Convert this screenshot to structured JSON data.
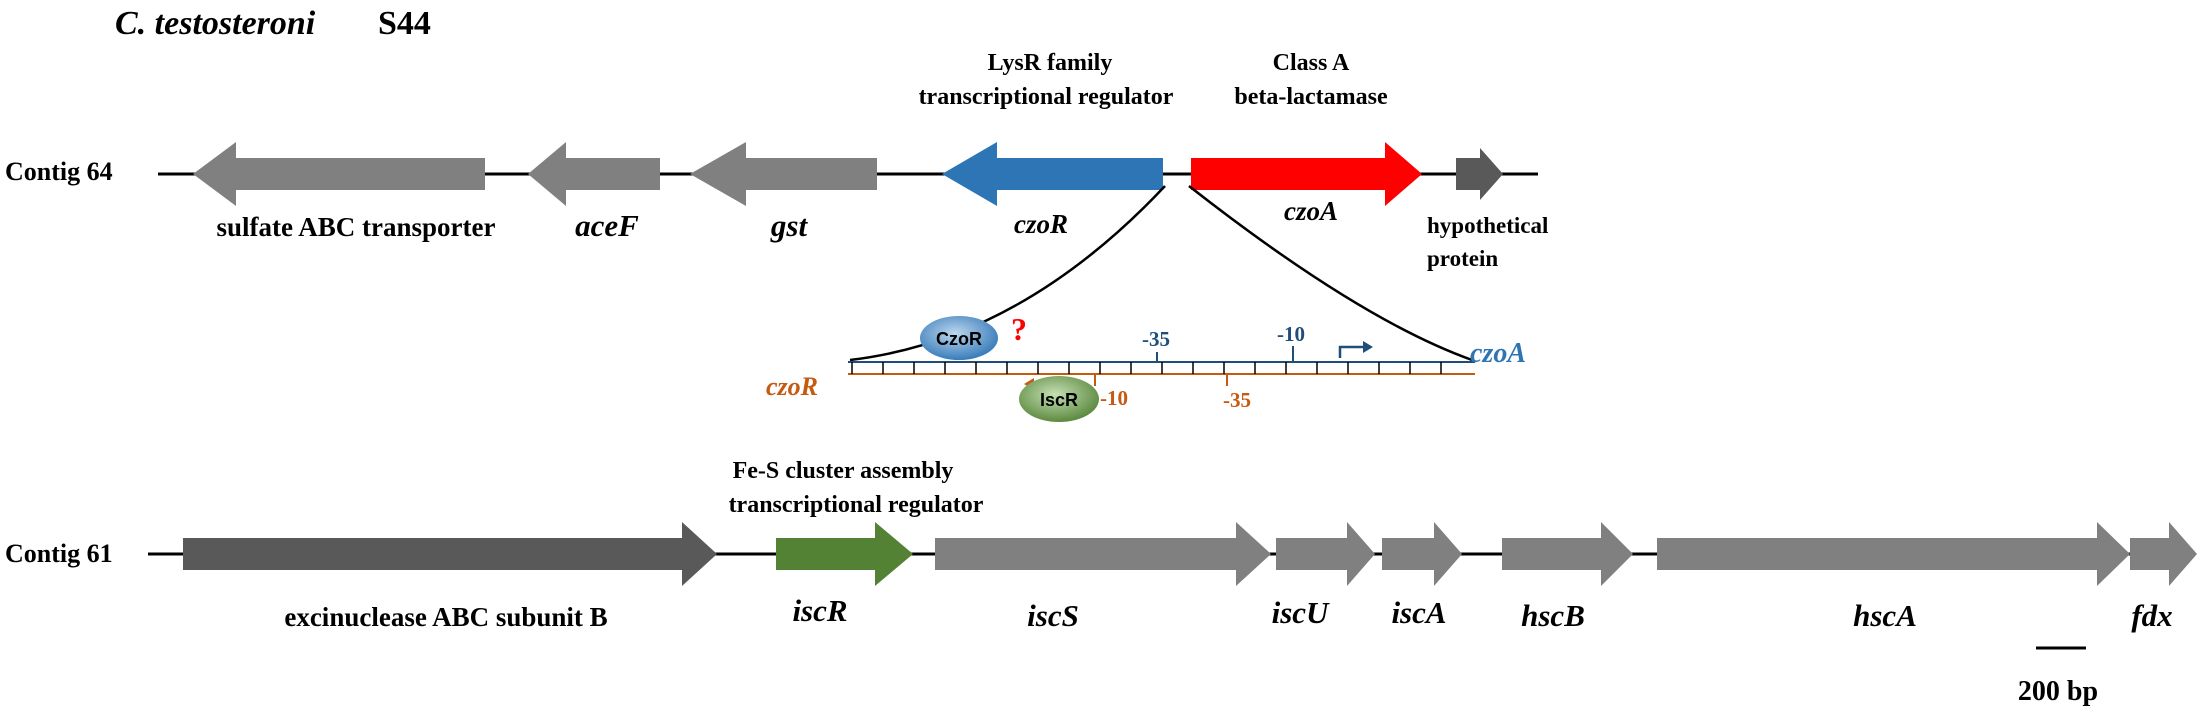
{
  "title": {
    "organism": "C. testosteroni",
    "strain": "S44"
  },
  "contig64": {
    "label": "Contig 64",
    "genes": [
      {
        "id": "sulfate",
        "label": "sulfate ABC transporter",
        "italic": false,
        "color": "#808080"
      },
      {
        "id": "aceF",
        "label": "aceF",
        "italic": true,
        "color": "#808080"
      },
      {
        "id": "gst",
        "label": "gst",
        "italic": true,
        "color": "#808080"
      },
      {
        "id": "czoR",
        "label": "czoR",
        "italic": true,
        "color": "#2e75b6"
      },
      {
        "id": "czoA",
        "label": "czoA",
        "italic": true,
        "color": "#ff0000"
      },
      {
        "id": "hyp",
        "label_line1": "hypothetical",
        "label_line2": "protein",
        "italic": false,
        "color": "#595959"
      }
    ],
    "annotations": {
      "lysr_line1": "LysR family",
      "lysr_line2": "transcriptional  regulator",
      "classA_line1": "Class A",
      "classA_line2": "beta-lactamase"
    }
  },
  "promoter": {
    "czoR_protein": "CzoR",
    "question_mark": "?",
    "iscR_protein": "IscR",
    "top_minus35": "-35",
    "top_minus10": "-10",
    "bottom_minus10": "-10",
    "bottom_minus35": "-35",
    "left_label": "czoR",
    "right_label": "czoA",
    "colors": {
      "top_strand": "#1f4e79",
      "bottom_strand": "#c55a11",
      "czoR_oval": "#5b9bd5",
      "iscR_oval": "#70ad47",
      "question": "#ff0000"
    }
  },
  "contig61": {
    "label": "Contig 61",
    "annotations": {
      "fes_line1": "Fe-S cluster  assembly",
      "fes_line2": "transcriptional  regulator"
    },
    "genes": [
      {
        "id": "uvrB",
        "label": "excinuclease ABC subunit B",
        "italic": false,
        "color": "#595959"
      },
      {
        "id": "iscR",
        "label": "iscR",
        "italic": true,
        "color": "#548235"
      },
      {
        "id": "iscS",
        "label": "iscS",
        "italic": true,
        "color": "#808080"
      },
      {
        "id": "iscU",
        "label": "iscU",
        "italic": true,
        "color": "#808080"
      },
      {
        "id": "iscA",
        "label": "iscA",
        "italic": true,
        "color": "#808080"
      },
      {
        "id": "hscB",
        "label": "hscB",
        "italic": true,
        "color": "#808080"
      },
      {
        "id": "hscA",
        "label": "hscA",
        "italic": true,
        "color": "#808080"
      },
      {
        "id": "fdx",
        "label": "fdx",
        "italic": true,
        "color": "#808080"
      }
    ]
  },
  "scale_bar": {
    "label": "200 bp"
  }
}
